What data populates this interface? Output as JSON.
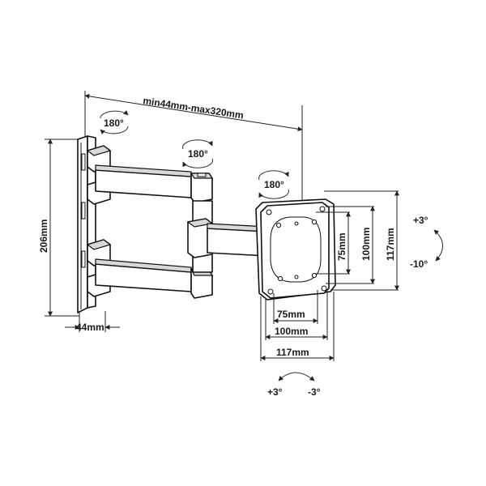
{
  "labels": {
    "extension": "min44mm-max320mm",
    "height": "206mm",
    "depth": "44mm",
    "vesa_75_h": "75mm",
    "vesa_100_h": "100mm",
    "plate_117_h": "117mm",
    "vesa_75_w": "75mm",
    "vesa_100_w": "100mm",
    "plate_117_w": "117mm"
  },
  "rotations": {
    "wall_pivot": "180°",
    "middle_pivot": "180°",
    "head_pivot": "180°"
  },
  "tilt": {
    "up": "+3°",
    "down": "-10°"
  },
  "swivel": {
    "left": "+3°",
    "right": "-3°"
  }
}
